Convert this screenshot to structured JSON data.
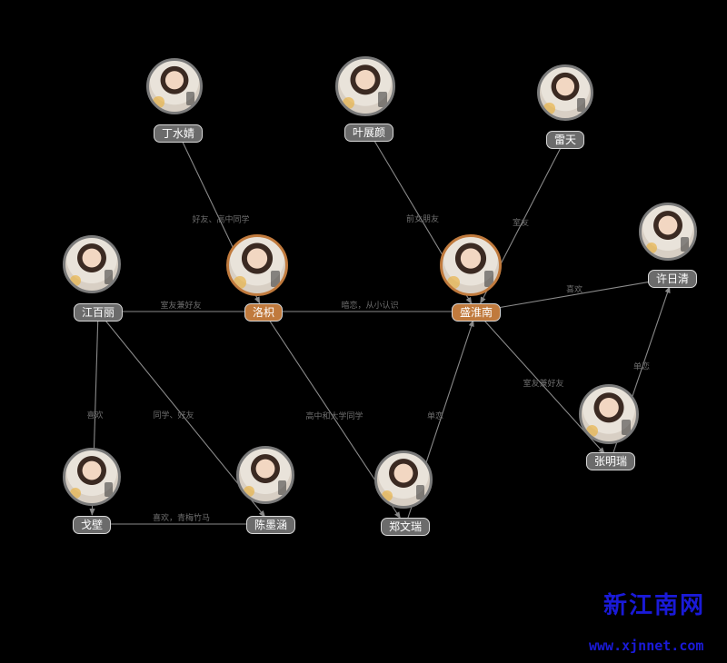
{
  "nodes": [
    {
      "id": "dingshuiyao",
      "label": "丁水婧",
      "main": false
    },
    {
      "id": "yezhanyan",
      "label": "叶展颜",
      "main": false
    },
    {
      "id": "leitian",
      "label": "雷天",
      "main": false
    },
    {
      "id": "jiangbaili",
      "label": "江百丽",
      "main": false
    },
    {
      "id": "luozhi",
      "label": "洛枳",
      "main": true
    },
    {
      "id": "shenghuainan",
      "label": "盛淮南",
      "main": true
    },
    {
      "id": "xuriqing",
      "label": "许日清",
      "main": false
    },
    {
      "id": "gebi",
      "label": "戈壁",
      "main": false
    },
    {
      "id": "chenmohan",
      "label": "陈墨涵",
      "main": false
    },
    {
      "id": "zhengwenrui",
      "label": "郑文瑞",
      "main": false
    },
    {
      "id": "zhangmingrui",
      "label": "张明瑞",
      "main": false
    }
  ],
  "edges": [
    {
      "from": "dingshuiyao",
      "to": "luozhi",
      "label": "好友、高中同学"
    },
    {
      "from": "yezhanyan",
      "to": "shenghuainan",
      "label": "前女朋友"
    },
    {
      "from": "leitian",
      "to": "shenghuainan",
      "label": "室友"
    },
    {
      "from": "jiangbaili",
      "to": "luozhi",
      "label": "室友兼好友"
    },
    {
      "from": "luozhi",
      "to": "shenghuainan",
      "label": "暗恋，从小认识"
    },
    {
      "from": "shenghuainan",
      "to": "xuriqing",
      "label": "喜欢"
    },
    {
      "from": "jiangbaili",
      "to": "gebi",
      "label": "喜欢"
    },
    {
      "from": "jiangbaili",
      "to": "chenmohan",
      "label": "同学、好友"
    },
    {
      "from": "luozhi",
      "to": "zhengwenrui",
      "label": "高中和大学同学"
    },
    {
      "from": "zhengwenrui",
      "to": "shenghuainan",
      "label": "单恋"
    },
    {
      "from": "shenghuainan",
      "to": "zhangmingrui",
      "label": "室友兼好友"
    },
    {
      "from": "zhangmingrui",
      "to": "xuriqing",
      "label": "单恋"
    },
    {
      "from": "gebi",
      "to": "chenmohan",
      "label": "喜欢，青梅竹马"
    }
  ],
  "watermark": {
    "text": "新江南网",
    "url": "www.xjnnet.com"
  }
}
